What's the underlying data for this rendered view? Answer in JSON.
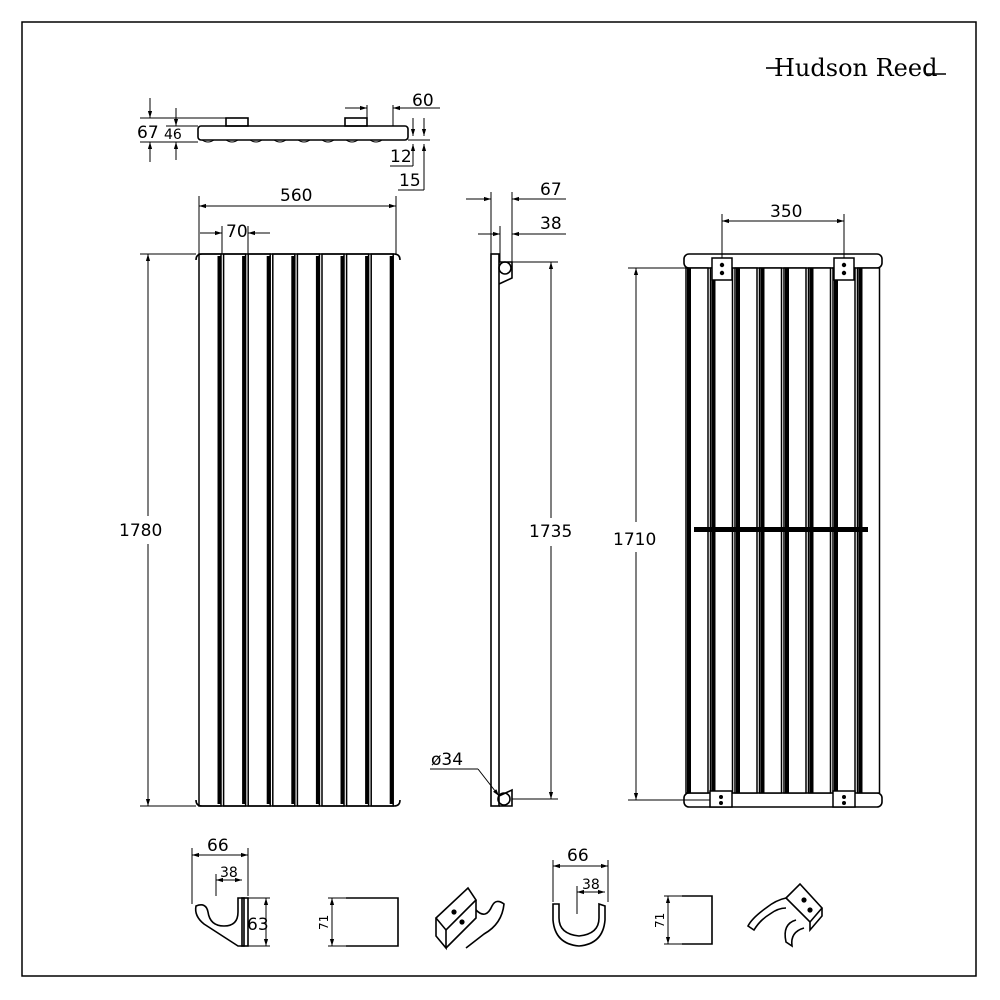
{
  "brand": {
    "name": "Hudson Reed"
  },
  "top_view": {
    "depth_overall": "67",
    "depth_panel": "46",
    "bracket_offset": "60",
    "gap_a": "12",
    "gap_b": "15"
  },
  "front_view": {
    "width": "560",
    "column_pitch": "70",
    "height": "1780"
  },
  "side_view": {
    "depth_overall": "67",
    "depth_bracket": "38",
    "height": "1735",
    "pipe_diameter": "ø34"
  },
  "rear_view": {
    "bracket_spacing": "350",
    "height": "1710"
  },
  "bracket_a": {
    "width": "66",
    "offset": "38",
    "height": "63",
    "strap_height": "71"
  },
  "bracket_b": {
    "width": "66",
    "offset": "38",
    "strap_height": "71"
  }
}
